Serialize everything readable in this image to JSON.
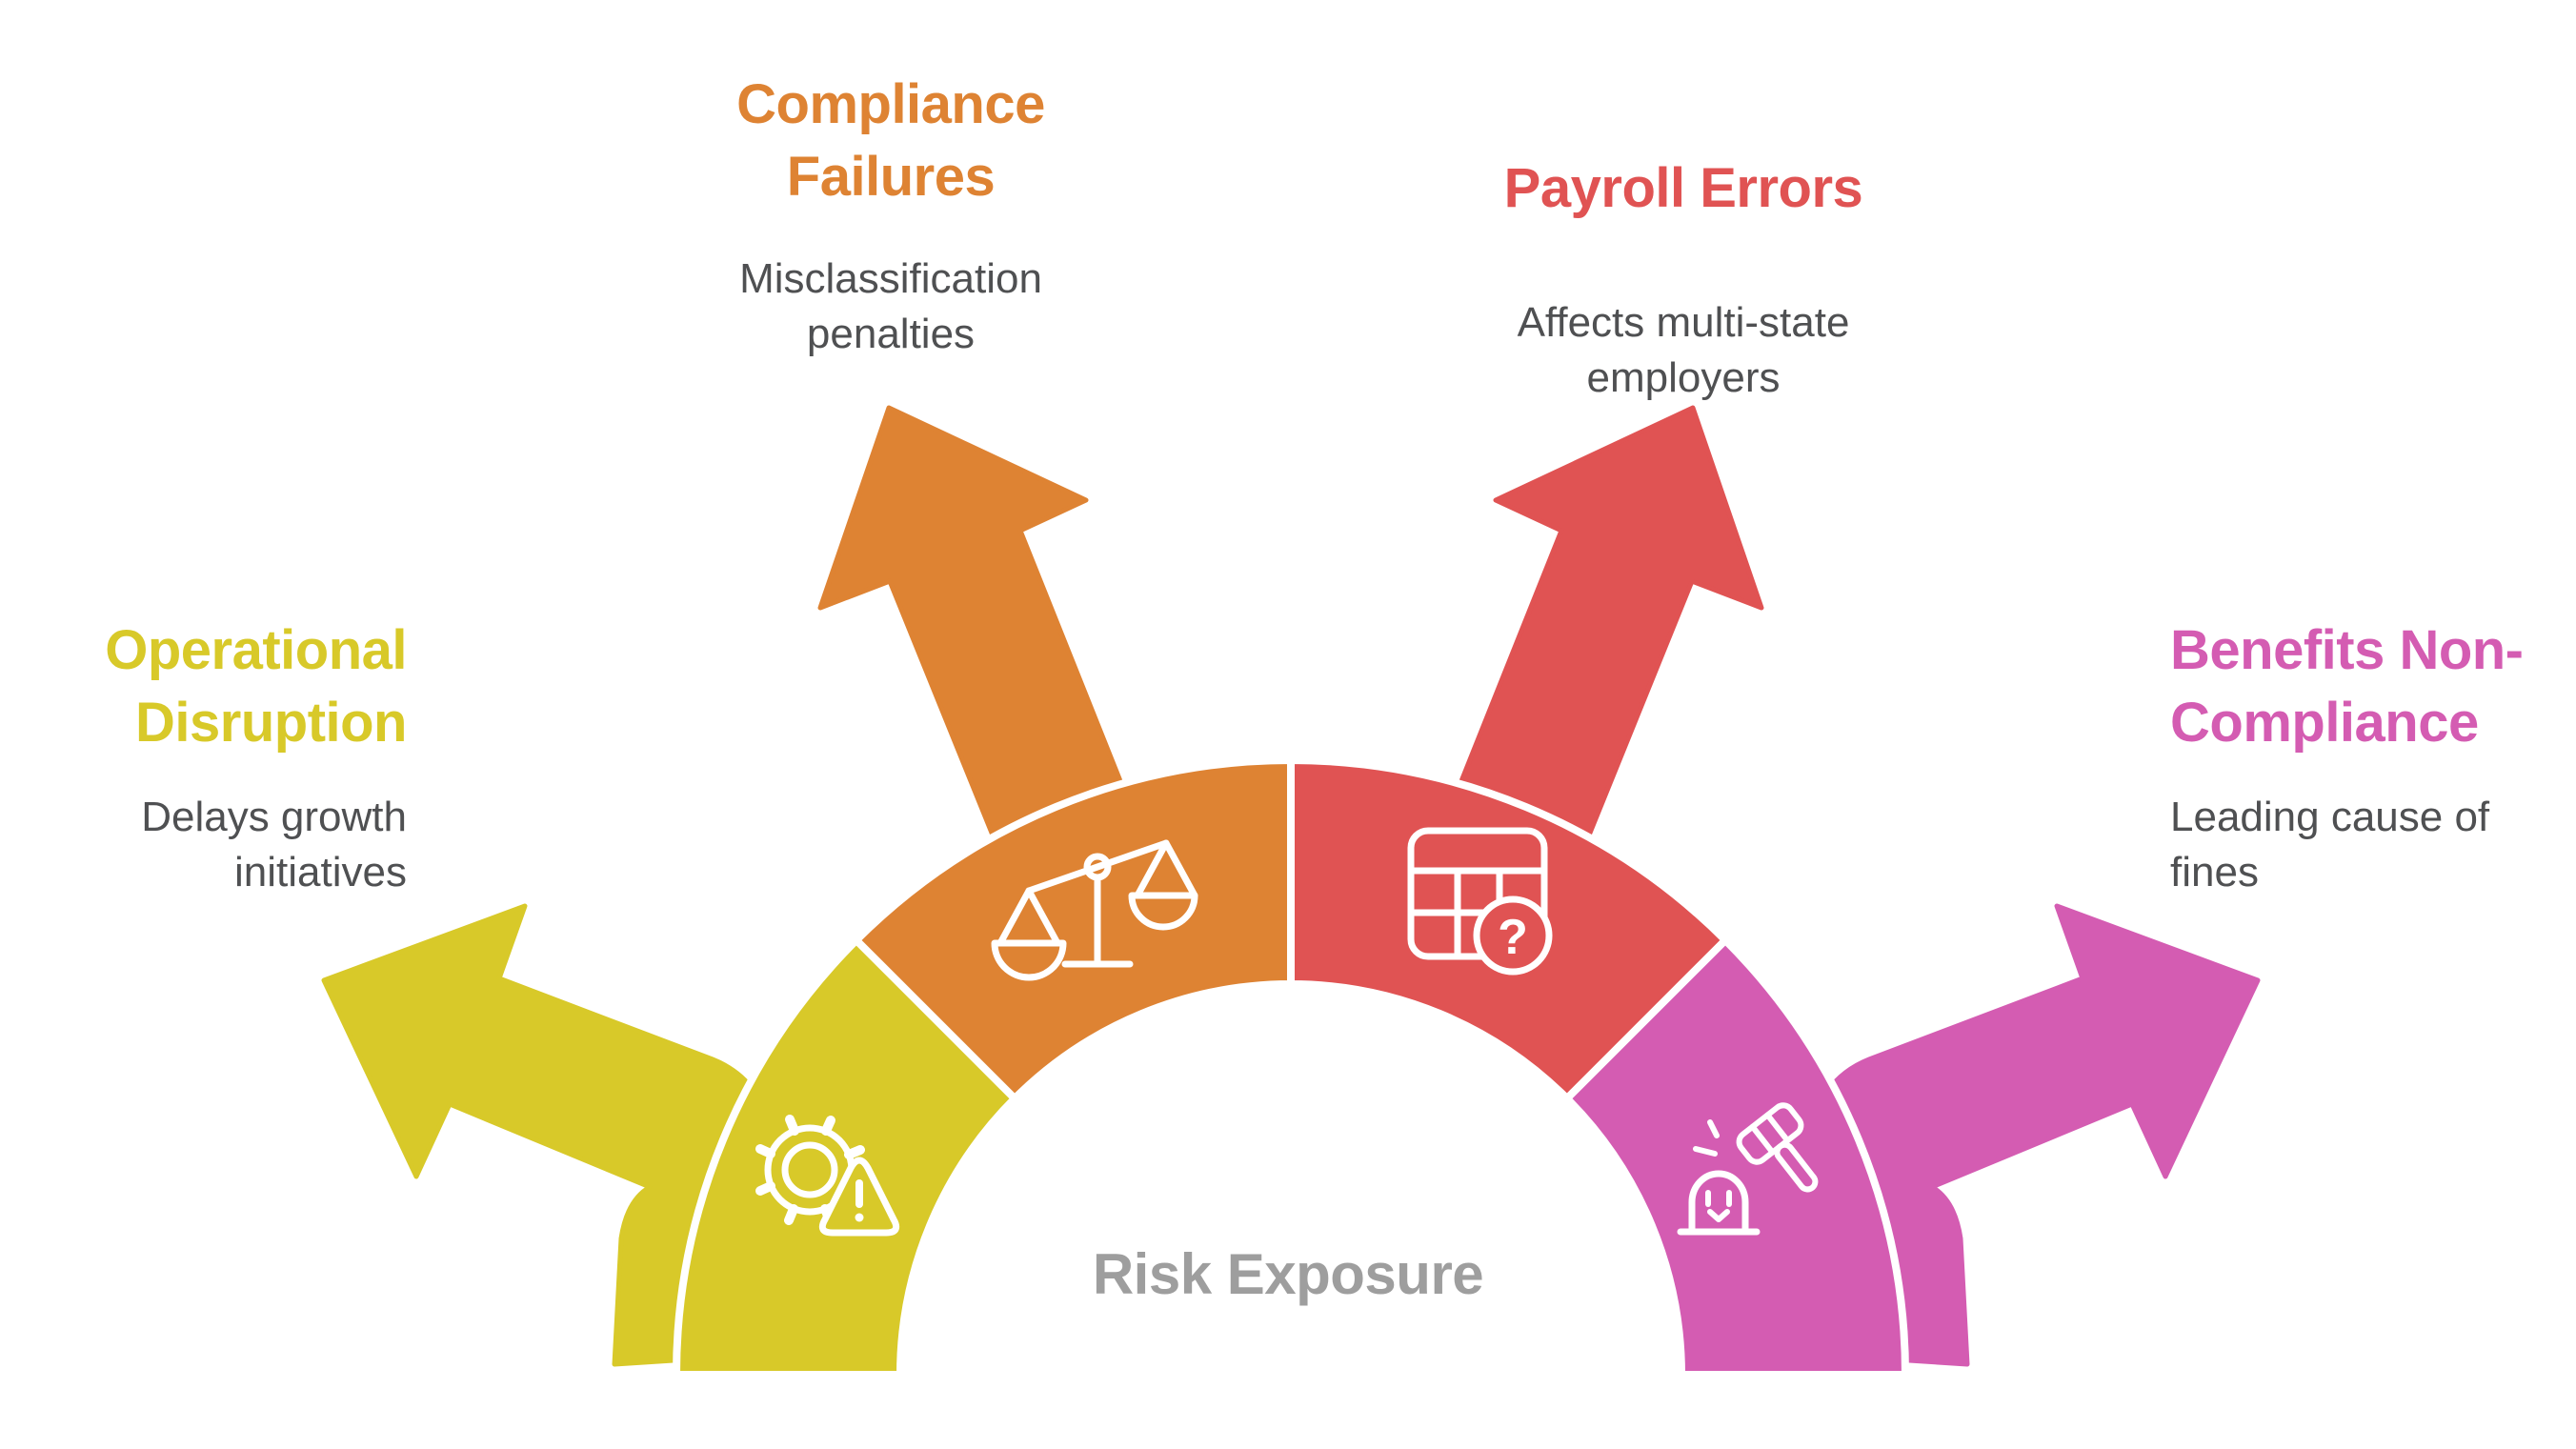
{
  "diagram": {
    "center_label": "Risk Exposure",
    "center_label_color": "#9e9e9e",
    "background": "#ffffff",
    "subtitle_color": "#4f5052"
  },
  "colors": {
    "yellow": "#d8c929",
    "orange": "#de8333",
    "red": "#e05353",
    "pink": "#d45cb2"
  },
  "segments": [
    {
      "id": "operational-disruption",
      "color_key": "yellow",
      "color": "#d8c929",
      "icon": "gear-warning-icon",
      "title_lines": [
        "Operational",
        "Disruption"
      ],
      "subtitle_lines": [
        "Delays growth",
        "initiatives"
      ]
    },
    {
      "id": "compliance-failures",
      "color_key": "orange",
      "color": "#de8333",
      "icon": "scales-icon",
      "title_lines": [
        "Compliance",
        "Failures"
      ],
      "subtitle_lines": [
        "Misclassification",
        "penalties"
      ]
    },
    {
      "id": "payroll-errors",
      "color_key": "red",
      "color": "#e05353",
      "icon": "table-question-icon",
      "title_lines": [
        "Payroll Errors"
      ],
      "subtitle_lines": [
        "Affects multi-state",
        "employers"
      ]
    },
    {
      "id": "benefits-non-compliance",
      "color_key": "pink",
      "color": "#d45cb2",
      "icon": "gavel-whack-icon",
      "title_lines": [
        "Benefits Non-",
        "Compliance"
      ],
      "subtitle_lines": [
        "Leading cause of",
        "fines"
      ]
    }
  ]
}
